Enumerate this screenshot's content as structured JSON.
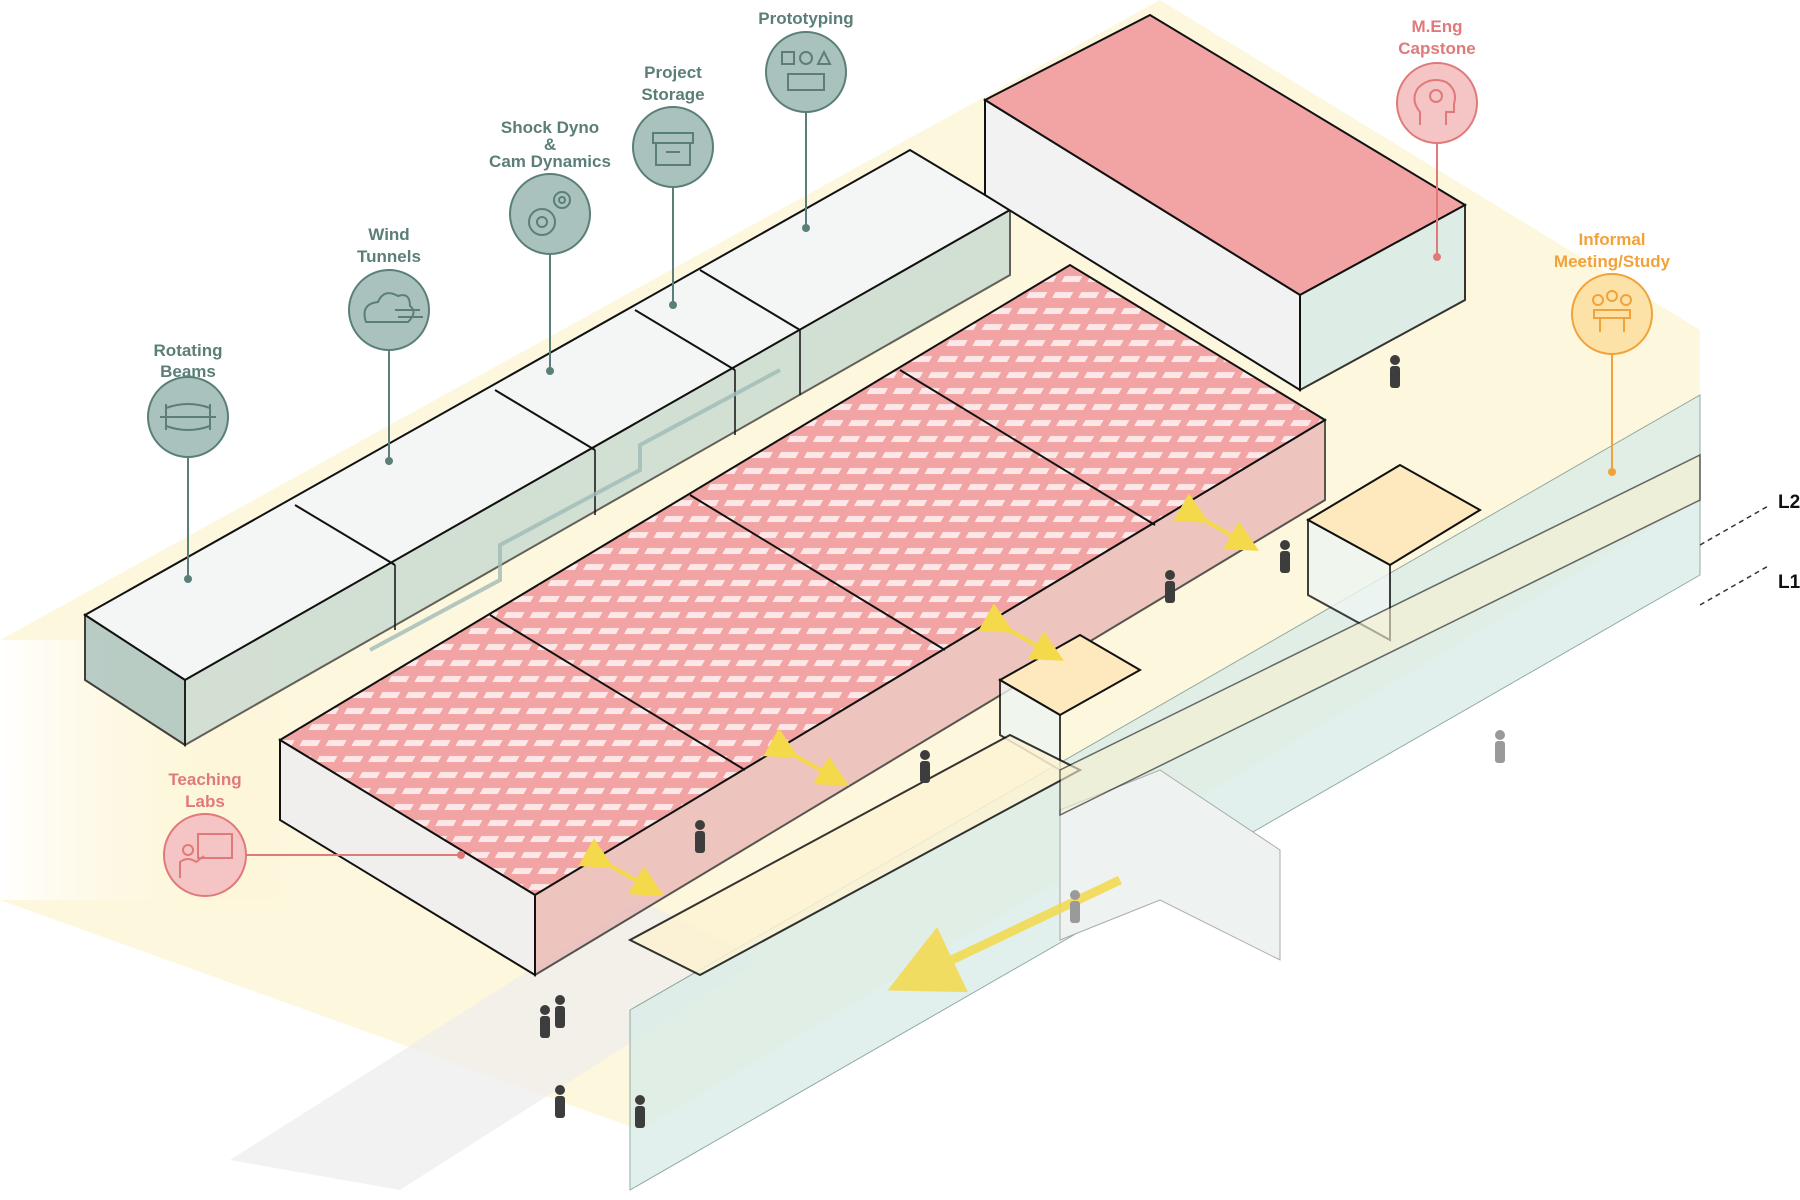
{
  "colors": {
    "lab_green": "#5b7f78",
    "lab_green_fill": "#a9c2bd",
    "teaching_red": "#e07a7a",
    "teaching_fill": "#f2a3a3",
    "capstone_red": "#e07a7a",
    "informal_orange": "#f2a23a",
    "informal_fill": "#fde2a8",
    "corridor_yellow": "#fbf1c2",
    "glass": "#d8ece8",
    "wall_outline": "#111111",
    "arrow_yellow": "#f4d94a"
  },
  "callouts": [
    {
      "id": "rotating-beams",
      "lines": [
        "Rotating",
        "Beams"
      ],
      "icon": "rotating-beam-icon",
      "category": "lab"
    },
    {
      "id": "wind-tunnels",
      "lines": [
        "Wind",
        "Tunnels"
      ],
      "icon": "wind-cloud-icon",
      "category": "lab"
    },
    {
      "id": "shock-dyno",
      "lines": [
        "Shock Dyno",
        "&",
        "Cam Dynamics"
      ],
      "icon": "gears-icon",
      "category": "lab"
    },
    {
      "id": "project-storage",
      "lines": [
        "Project",
        "Storage"
      ],
      "icon": "storage-box-icon",
      "category": "lab"
    },
    {
      "id": "prototyping",
      "lines": [
        "Prototyping"
      ],
      "icon": "shapes-icon",
      "category": "lab"
    },
    {
      "id": "meng-capstone",
      "lines": [
        "M.Eng",
        "Capstone"
      ],
      "icon": "head-gear-icon",
      "category": "capstone"
    },
    {
      "id": "informal-meeting",
      "lines": [
        "Informal",
        "Meeting/Study"
      ],
      "icon": "meeting-table-icon",
      "category": "informal"
    },
    {
      "id": "teaching-labs",
      "lines": [
        "Teaching",
        "Labs"
      ],
      "icon": "presentation-board-icon",
      "category": "teaching"
    }
  ],
  "levels": [
    "L2",
    "L1"
  ]
}
